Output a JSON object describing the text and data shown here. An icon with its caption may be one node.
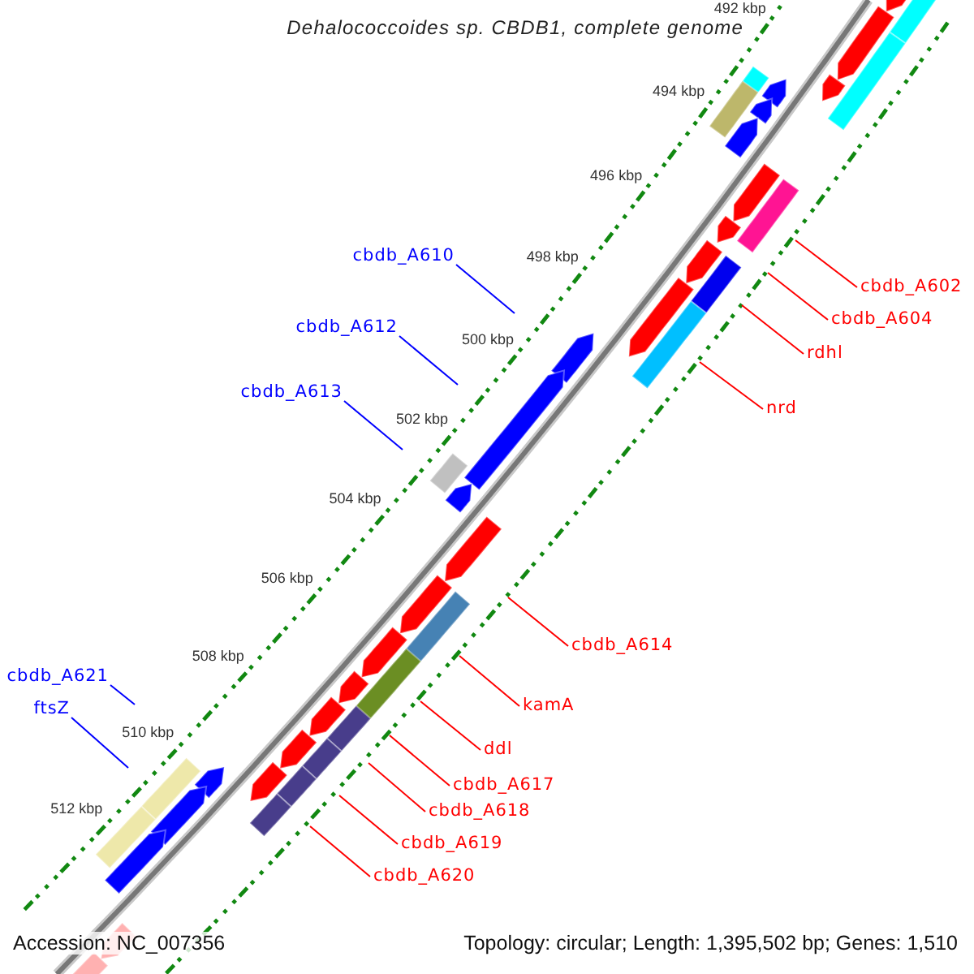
{
  "diagram": {
    "title": "Dehalococcoides sp. CBDB1, complete genome",
    "nodes": [
      {
        "text": [
          "cbdb_A610"
        ]
      },
      {
        "text": [
          "cbdb_A602"
        ]
      },
      {
        "text": [
          "cbdb_A604"
        ]
      },
      {
        "text": [
          "cbdb_A612"
        ]
      },
      {
        "text": [
          "rdhl"
        ]
      },
      {
        "text": [
          "cbdb_A613"
        ]
      },
      {
        "text": [
          "nrd"
        ]
      },
      {
        "text": [
          "cbdb_A614"
        ]
      },
      {
        "text": [
          "cbdb_A621"
        ]
      },
      {
        "text": [
          "kamA"
        ]
      },
      {
        "text": [
          "ftsZ"
        ]
      },
      {
        "text": [
          "ddl"
        ]
      },
      {
        "text": [
          "cbdb_A617"
        ]
      },
      {
        "text": [
          "cbdb_A618"
        ]
      },
      {
        "text": [
          "cbdb_A619"
        ]
      },
      {
        "text": [
          "cbdb_A620"
        ]
      }
    ],
    "edges": [
      {
        "from": 0,
        "to": null,
        "arrow": "none",
        "color": "#0000ff"
      },
      {
        "from": 1,
        "to": null,
        "arrow": "none"
      },
      {
        "from": 2,
        "to": null,
        "arrow": "none"
      },
      {
        "from": 3,
        "to": null,
        "arrow": "none",
        "color": "#0000ff"
      },
      {
        "from": 4,
        "to": null,
        "arrow": "none"
      },
      {
        "from": 5,
        "to": null,
        "arrow": "none",
        "color": "#0000ff"
      },
      {
        "from": 6,
        "to": null,
        "arrow": "none"
      },
      {
        "from": 7,
        "to": null,
        "arrow": "none"
      },
      {
        "from": 8,
        "to": null,
        "arrow": "none",
        "color": "#0000ff"
      },
      {
        "from": 9,
        "to": null,
        "arrow": "none"
      },
      {
        "from": 10,
        "to": null,
        "arrow": "none",
        "color": "#0000ff"
      },
      {
        "from": 11,
        "to": null,
        "arrow": "none"
      },
      {
        "from": 12,
        "to": null,
        "arrow": "none"
      },
      {
        "from": 13,
        "to": null,
        "arrow": "none"
      },
      {
        "from": 14,
        "to": null,
        "arrow": "none"
      },
      {
        "from": 15,
        "to": null,
        "arrow": "none"
      }
    ],
    "labels": [
      "492 kbp",
      "494 kbp",
      "496 kbp",
      "498 kbp",
      "500 kbp",
      "502 kbp",
      "504 kbp",
      "506 kbp",
      "508 kbp",
      "510 kbp",
      "512 kbp",
      "Accession: NC_007356",
      "Topology: circular; Length: 1,395,502 bp; Genes: 1,510"
    ]
  }
}
